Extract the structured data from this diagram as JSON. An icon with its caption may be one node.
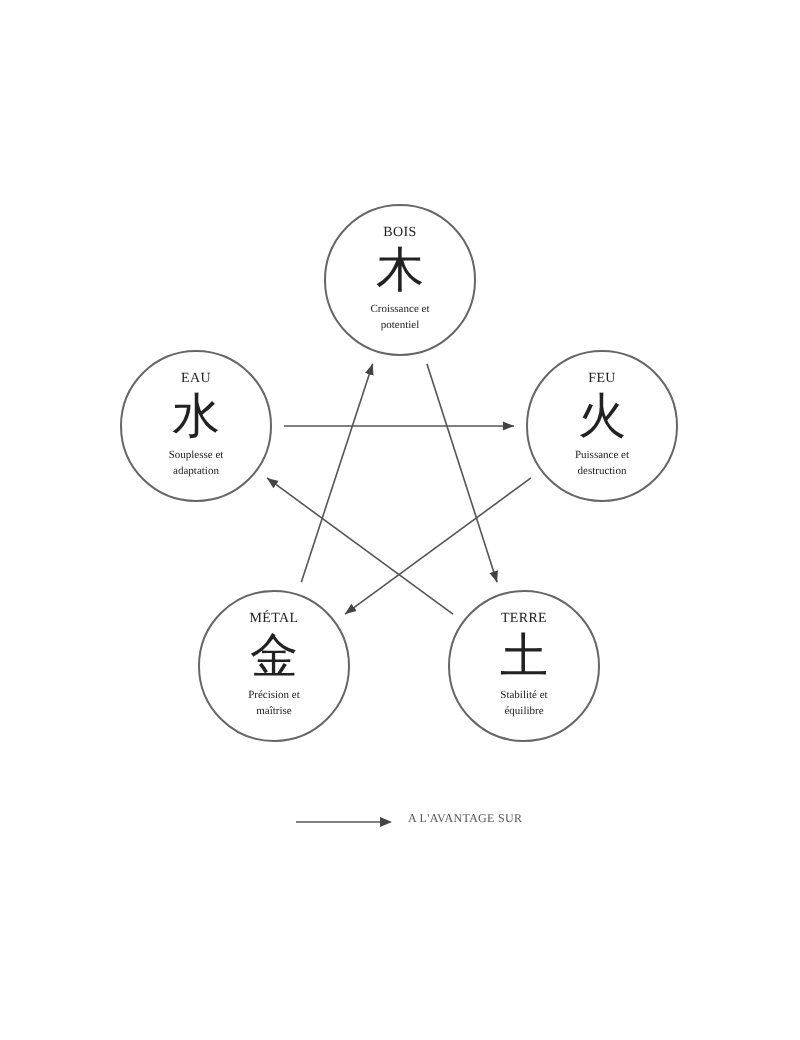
{
  "diagram": {
    "nodes": [
      {
        "text": [
          "BOIS",
          "木",
          "Croissance et potentiel"
        ]
      },
      {
        "text": [
          "EAU",
          "水",
          "Souplesse et adaptation"
        ]
      },
      {
        "text": [
          "FEU",
          "火",
          "Puissance et destruction"
        ]
      },
      {
        "text": [
          "MÉTAL",
          "金",
          "Précision et maîtrise"
        ]
      },
      {
        "text": [
          "TERRE",
          "土",
          "Stabilité et équilibre"
        ]
      }
    ],
    "edges": [
      {
        "from": 0,
        "to": 4,
        "arrow": "to"
      },
      {
        "from": 4,
        "to": 1,
        "arrow": "to"
      },
      {
        "from": 1,
        "to": 2,
        "arrow": "to"
      },
      {
        "from": 2,
        "to": 3,
        "arrow": "to"
      },
      {
        "from": 3,
        "to": 0,
        "arrow": "to"
      }
    ],
    "legend": [
      {
        "text": "A L'AVANTAGE SUR"
      }
    ]
  }
}
